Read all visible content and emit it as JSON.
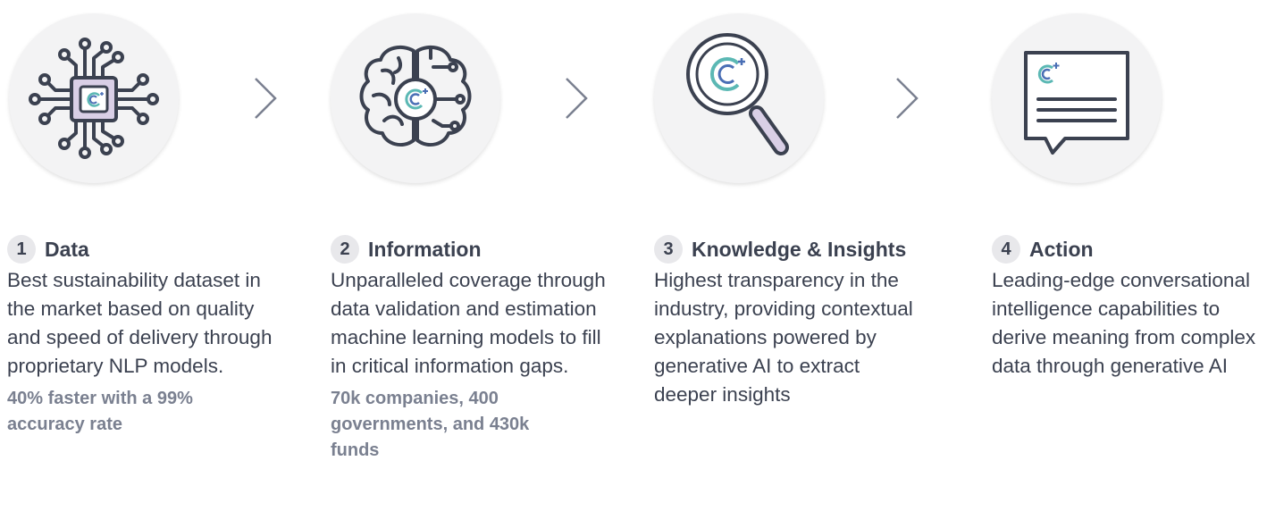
{
  "steps": [
    {
      "number": "1",
      "title": "Data",
      "description": "Best sustainability dataset in the market based on quality and speed of delivery through proprietary NLP models.",
      "stat": "40% faster with a 99% accuracy rate",
      "icon": "ai-chip-icon"
    },
    {
      "number": "2",
      "title": "Information",
      "description": "Unparalleled coverage through data validation and estimation machine learning models to fill in critical information gaps.",
      "stat": "70k companies, 400 governments, and 430k funds",
      "icon": "brain-circuit-icon"
    },
    {
      "number": "3",
      "title": "Knowledge & Insights",
      "description": "Highest transparency in the industry, providing contextual explanations powered by generative AI to extract deeper insights",
      "stat": "",
      "icon": "magnifying-glass-icon"
    },
    {
      "number": "4",
      "title": "Action",
      "description": "Leading-edge conversational intelligence capabilities to derive meaning from complex data through generative AI",
      "stat": "",
      "icon": "chat-document-icon"
    }
  ],
  "colors": {
    "outline": "#3b4150",
    "accent_purple": "#d9cfe6",
    "accent_teal": "#5bb8b4",
    "accent_blue": "#4a6fb5",
    "circle_bg": "#f3f3f4",
    "stat_text": "#7a8090"
  }
}
